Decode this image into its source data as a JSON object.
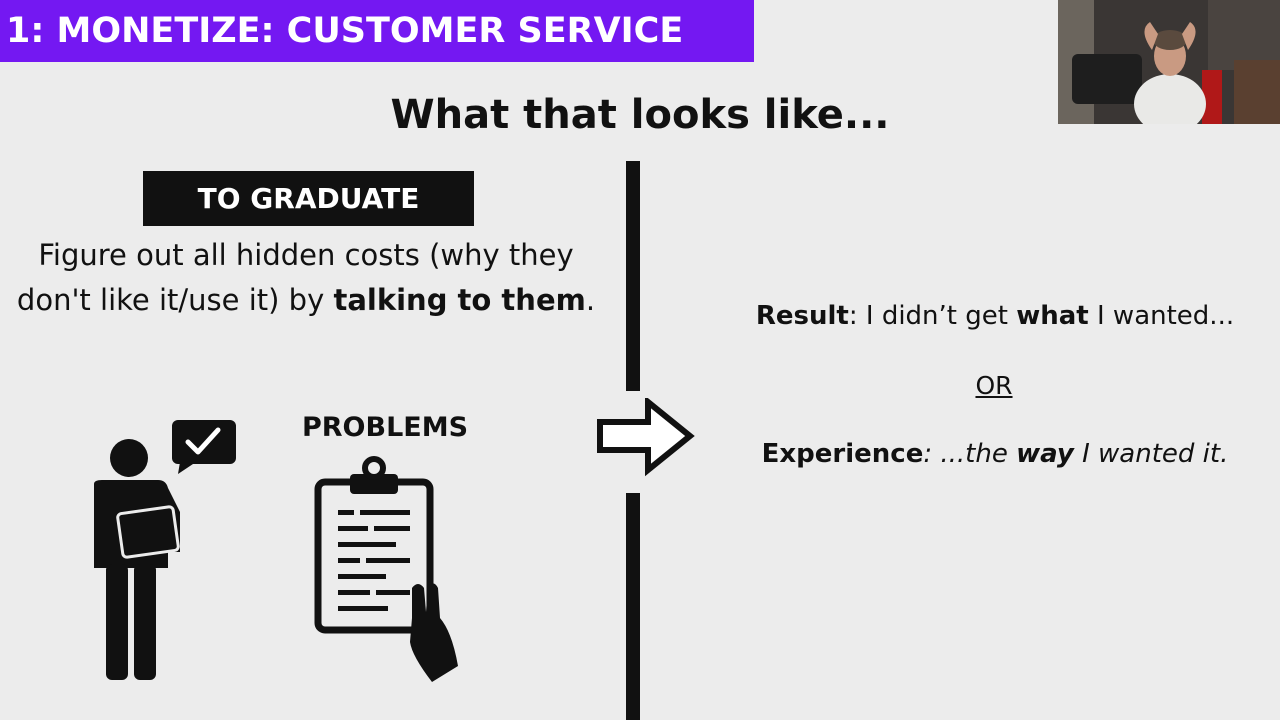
{
  "banner": {
    "text": "1: MONETIZE: CUSTOMER SERVICE",
    "color": "#7418f2"
  },
  "slide": {
    "title": "What that looks like..."
  },
  "left": {
    "box_label": "TO GRADUATE",
    "desc_part1": "Figure out all hidden costs (why they don't like it/use it) by ",
    "desc_bold": "talking to them",
    "desc_end": ".",
    "problems_label": "PROBLEMS"
  },
  "right": {
    "result_label": "Result",
    "result_mid": ": I didn’t get ",
    "result_bold": "what",
    "result_end": " I wanted...",
    "or": "OR",
    "experience_label": "Experience",
    "experience_mid": ": ...the ",
    "experience_bold": "way",
    "experience_end": " I wanted it."
  },
  "icons": {
    "person": "person-with-speech-check-icon",
    "clipboard": "clipboard-hand-icon",
    "arrow": "right-arrow-icon"
  }
}
